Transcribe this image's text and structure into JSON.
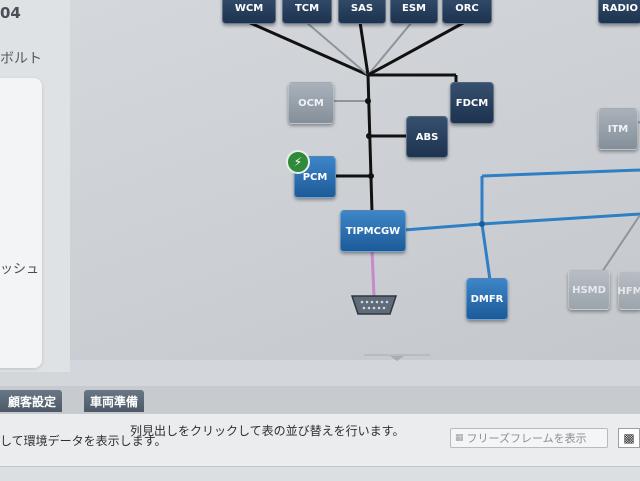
{
  "left_panel": {
    "title_fragment": "04",
    "subtitle_fragment": "ボルト",
    "text_fragment": "ッシュ"
  },
  "network": {
    "nodes": {
      "wcm": "WCM",
      "tcm": "TCM",
      "sas": "SAS",
      "esm": "ESM",
      "orc": "ORC",
      "radio": "RADIO",
      "ocm": "OCM",
      "fdcm": "FDCM",
      "abs": "ABS",
      "pcm": "PCM",
      "tipmcgw": "TIPMCGW",
      "dmfr": "DMFR",
      "itm": "ITM",
      "hsmd": "HSMD",
      "hfm": "HFM"
    },
    "colors": {
      "hs_bus": "#111111",
      "bus_blue": "#2f7fc4",
      "bus_gray": "#8c949c",
      "dlc_wire": "#c58ac8"
    }
  },
  "tabs": {
    "customer_settings": "顧客設定",
    "vehicle_prep": "車両準備"
  },
  "info": {
    "sort_hint": "列見出しをクリックして表の並び替えを行います。",
    "env_data": "して環境データを表示します。"
  },
  "buttons": {
    "show_freeze_frame": "フリーズフレームを表示"
  }
}
